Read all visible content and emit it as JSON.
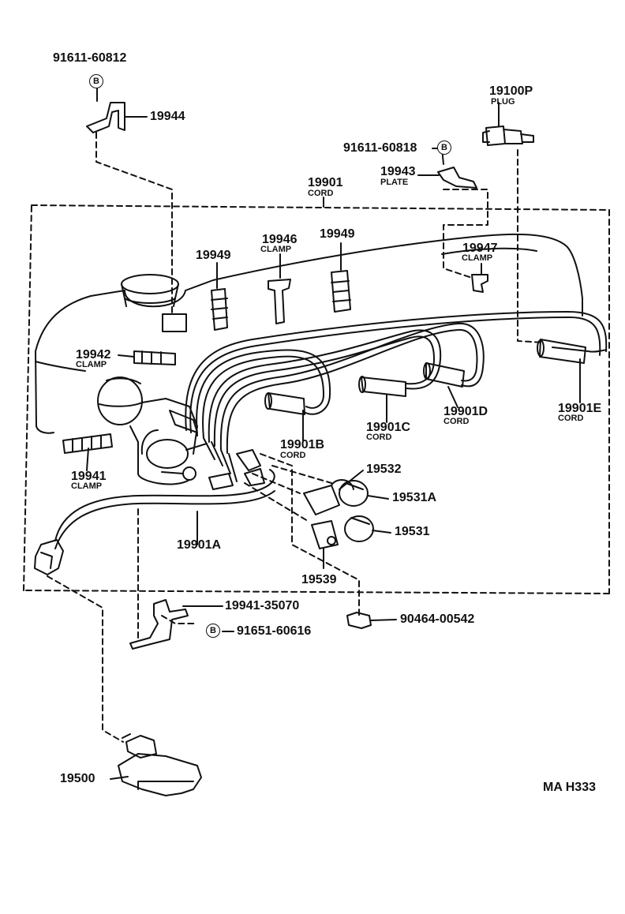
{
  "diagram_code": "MA H333",
  "b_marker": "B",
  "parts": {
    "p91611_60812": {
      "number": "91611-60812"
    },
    "p19944": {
      "number": "19944"
    },
    "p19100P": {
      "number": "19100P",
      "name": "PLUG"
    },
    "p91611_60818": {
      "number": "91611-60818"
    },
    "p19943": {
      "number": "19943",
      "name": "PLATE"
    },
    "p19901": {
      "number": "19901",
      "name": "CORD"
    },
    "p19946": {
      "number": "19946",
      "name": "CLAMP"
    },
    "p19949a": {
      "number": "19949"
    },
    "p19949b": {
      "number": "19949"
    },
    "p19947": {
      "number": "19947",
      "name": "CLAMP"
    },
    "p19942": {
      "number": "19942",
      "name": "CLAMP"
    },
    "p19901B": {
      "number": "19901B",
      "name": "CORD"
    },
    "p19901C": {
      "number": "19901C",
      "name": "CORD"
    },
    "p19901D": {
      "number": "19901D",
      "name": "CORD"
    },
    "p19901E": {
      "number": "19901E",
      "name": "CORD"
    },
    "p19941": {
      "number": "19941",
      "name": "CLAMP"
    },
    "p19532": {
      "number": "19532"
    },
    "p19531A": {
      "number": "19531A"
    },
    "p19531": {
      "number": "19531"
    },
    "p19901A": {
      "number": "19901A"
    },
    "p19539": {
      "number": "19539"
    },
    "p19941_35070": {
      "number": "19941-35070"
    },
    "p91651_60616": {
      "number": "91651-60616"
    },
    "p90464_00542": {
      "number": "90464-00542"
    },
    "p19500": {
      "number": "19500"
    }
  }
}
